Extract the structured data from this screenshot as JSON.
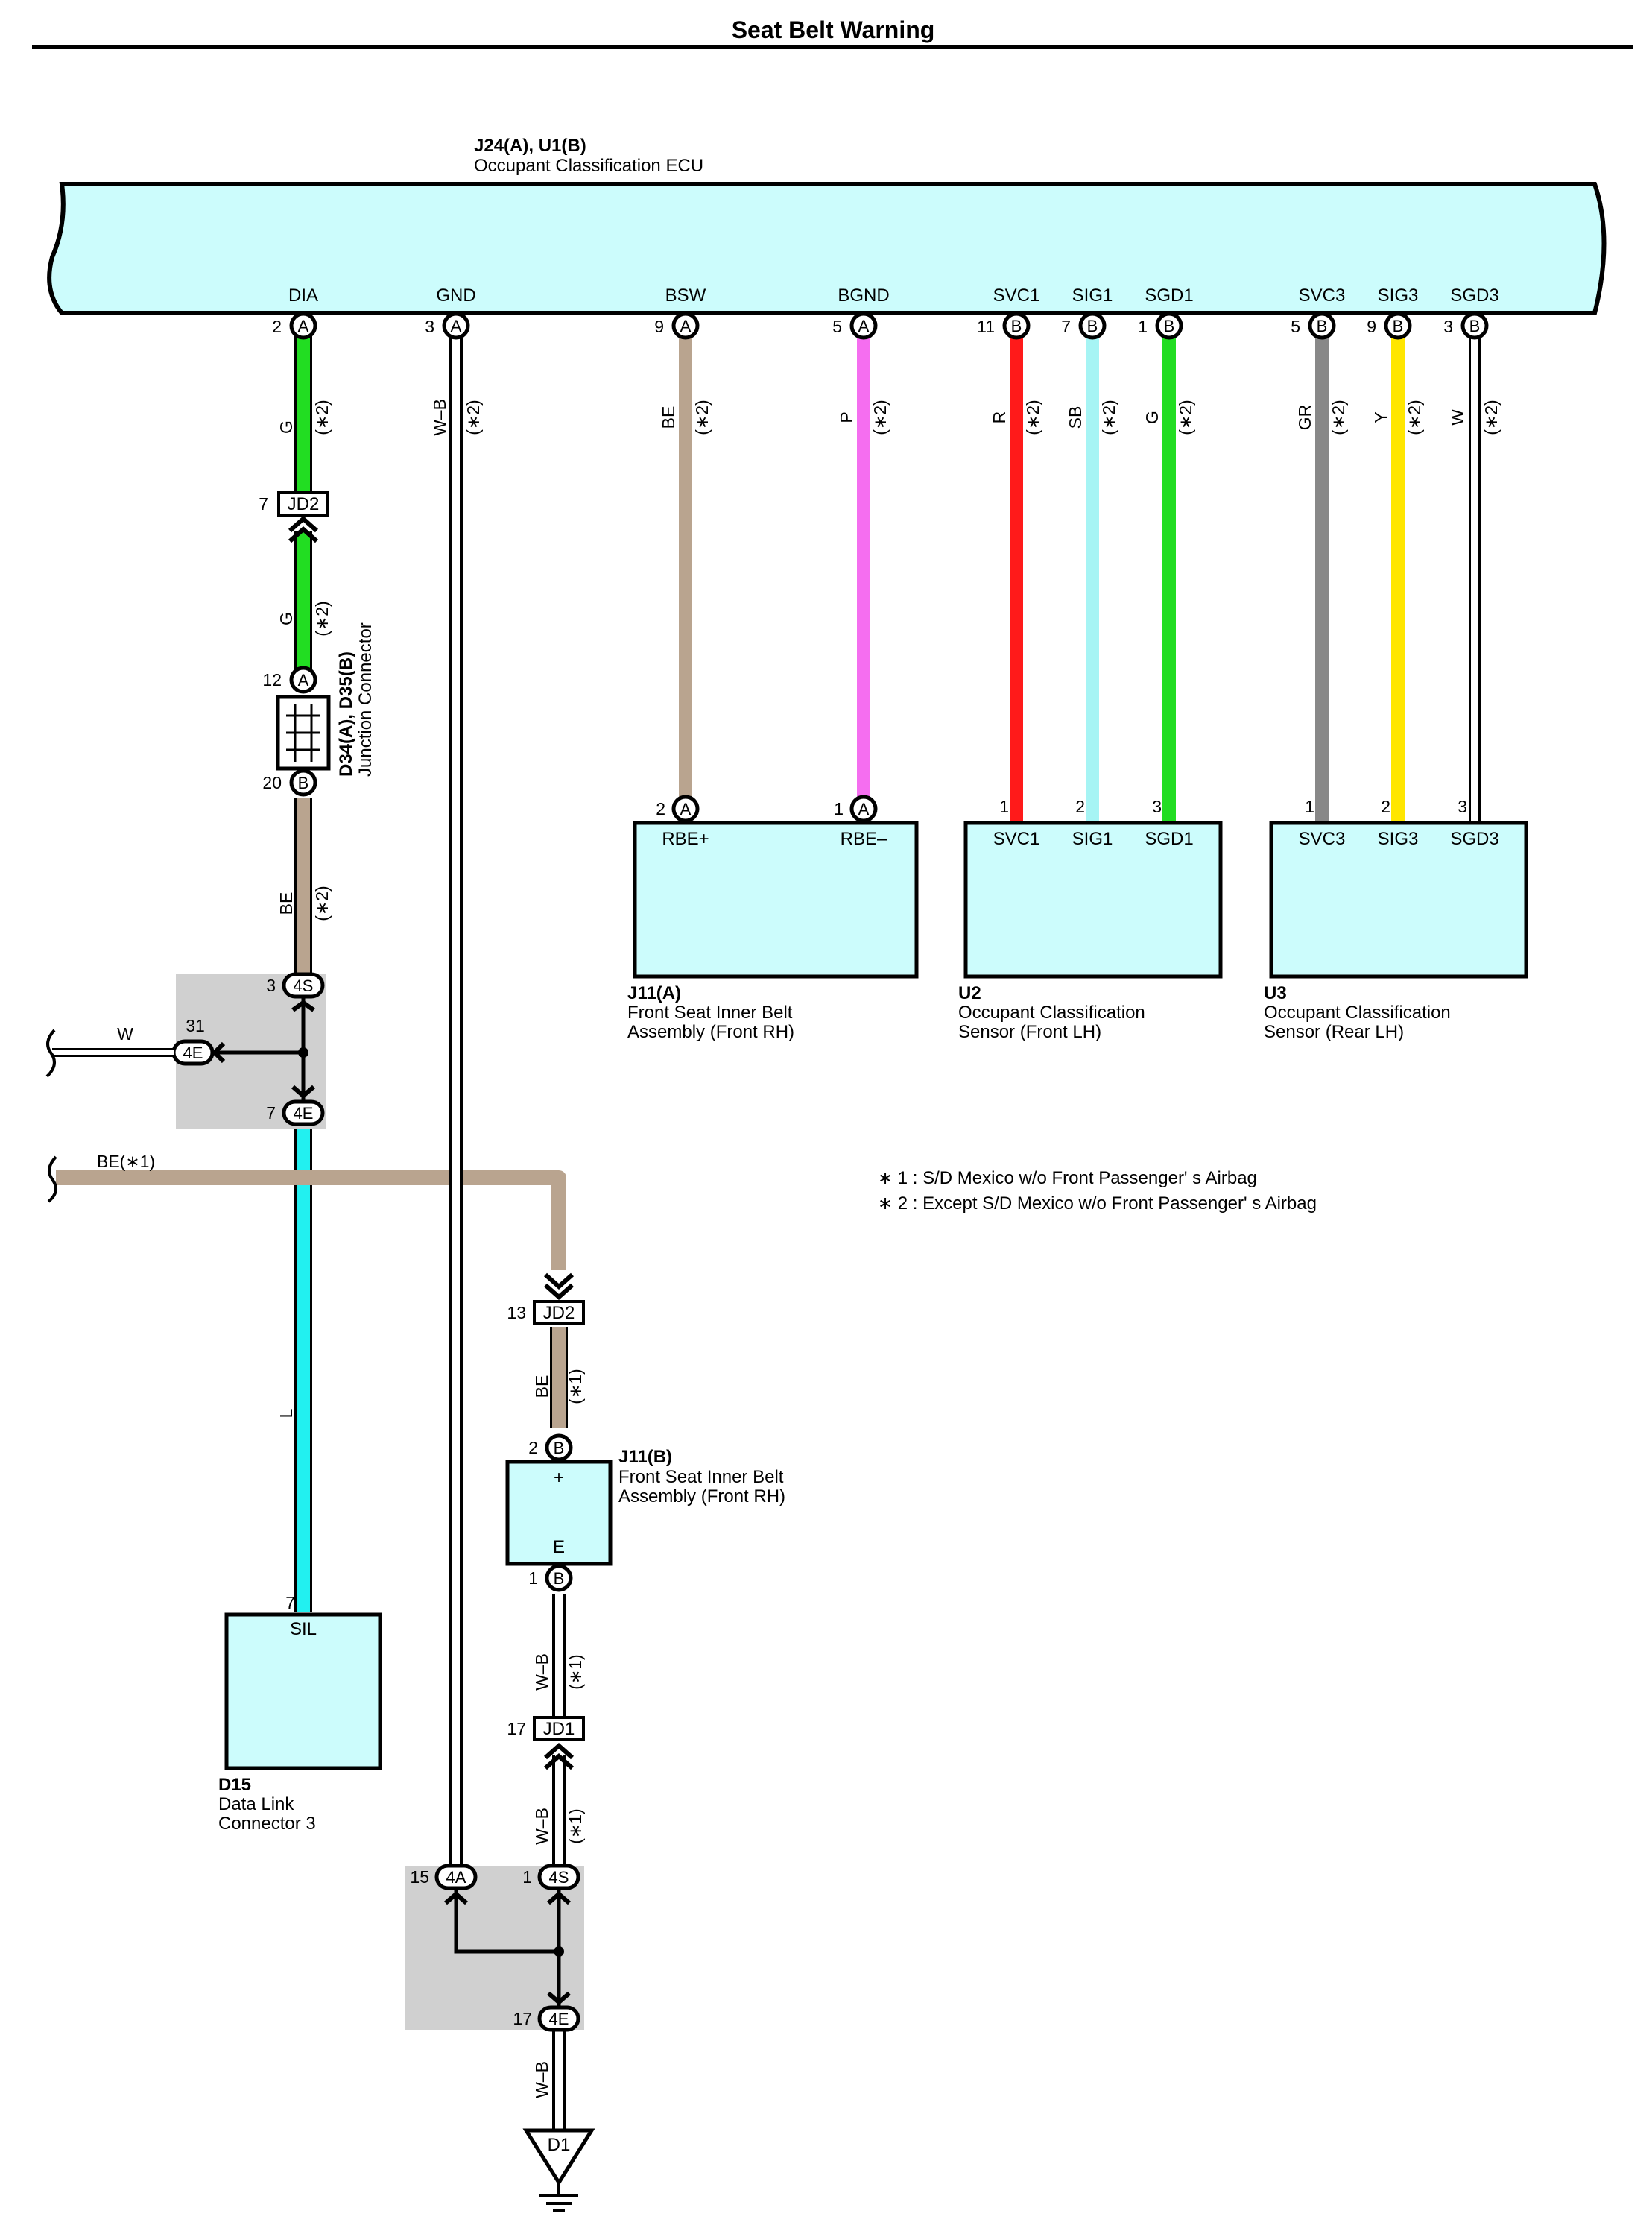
{
  "title": "Seat Belt Warning",
  "ecu": {
    "id": "J24(A), U1(B)",
    "name": "Occupant Classification ECU",
    "pins": [
      {
        "name": "DIA",
        "num": "2",
        "conn": "A"
      },
      {
        "name": "GND",
        "num": "3",
        "conn": "A"
      },
      {
        "name": "BSW",
        "num": "9",
        "conn": "A"
      },
      {
        "name": "BGND",
        "num": "5",
        "conn": "A"
      },
      {
        "name": "SVC1",
        "num": "11",
        "conn": "B"
      },
      {
        "name": "SIG1",
        "num": "7",
        "conn": "B"
      },
      {
        "name": "SGD1",
        "num": "1",
        "conn": "B"
      },
      {
        "name": "SVC3",
        "num": "5",
        "conn": "B"
      },
      {
        "name": "SIG3",
        "num": "9",
        "conn": "B"
      },
      {
        "name": "SGD3",
        "num": "3",
        "conn": "B"
      }
    ]
  },
  "wires": {
    "dia": {
      "code": "G",
      "note": "(∗2)",
      "color": "#22dd22"
    },
    "dia2": {
      "code": "G",
      "note": "(∗2)"
    },
    "gnd": {
      "code": "W–B",
      "note": "(∗2)",
      "color": "#ffffff"
    },
    "bsw": {
      "code": "BE",
      "note": "(∗2)",
      "color": "#b9a48f"
    },
    "bgnd": {
      "code": "P",
      "note": "(∗2)",
      "color": "#f56ef0"
    },
    "svc1": {
      "code": "R",
      "note": "(∗2)",
      "color": "#ff1a1a"
    },
    "sig1": {
      "code": "SB",
      "note": "(∗2)",
      "color": "#a6f4f4"
    },
    "sgd1": {
      "code": "G",
      "note": "(∗2)",
      "color": "#22dd22"
    },
    "svc3": {
      "code": "GR",
      "note": "(∗2)",
      "color": "#888888"
    },
    "sig3": {
      "code": "Y",
      "note": "(∗2)",
      "color": "#ffe600"
    },
    "sgd3": {
      "code": "W",
      "note": "(∗2)",
      "color": "#ffffff"
    },
    "be_mid": {
      "code": "BE",
      "note": "(∗2)"
    },
    "w_left": {
      "code": "W"
    },
    "be_left": {
      "code": "BE(∗1)"
    },
    "l_wire": {
      "code": "L",
      "color": "#22f0f0"
    },
    "be_jd2": {
      "code": "BE",
      "note": "(∗1)"
    },
    "wb_1": {
      "code": "W–B",
      "note": "(∗1)"
    },
    "wb_2": {
      "code": "W–B",
      "note": "(∗1)"
    },
    "wb_3": {
      "code": "W–B"
    }
  },
  "connectors": {
    "jd2_top": {
      "label": "JD2",
      "pin": "7"
    },
    "jd2_low": {
      "label": "JD2",
      "pin": "13"
    },
    "jd1": {
      "label": "JD1",
      "pin": "17"
    },
    "junction": {
      "id": "D34(A), D35(B)",
      "name": "Junction Connector",
      "pinA": "12",
      "connA": "A",
      "pinB": "20",
      "connB": "B"
    },
    "splice_upper": {
      "p4s": "3",
      "p4s_label": "4S",
      "p4e_side": "31",
      "p4e_side_label": "4E",
      "p4e_bot": "7",
      "p4e_bot_label": "4E"
    },
    "splice_lower": {
      "p4a": "15",
      "p4a_label": "4A",
      "p4s": "1",
      "p4s_label": "4S",
      "p4e": "17",
      "p4e_label": "4E"
    },
    "ground": {
      "label": "D1"
    }
  },
  "components": {
    "j11a": {
      "id": "J11(A)",
      "line1": "Front Seat Inner Belt",
      "line2": "Assembly (Front RH)",
      "pin1name": "RBE+",
      "pin1num": "2",
      "pin1conn": "A",
      "pin2name": "RBE–",
      "pin2num": "1",
      "pin2conn": "A"
    },
    "u2": {
      "id": "U2",
      "line1": "Occupant Classification",
      "line2": "Sensor (Front LH)",
      "pins": [
        {
          "name": "SVC1",
          "num": "1"
        },
        {
          "name": "SIG1",
          "num": "2"
        },
        {
          "name": "SGD1",
          "num": "3"
        }
      ]
    },
    "u3": {
      "id": "U3",
      "line1": "Occupant Classification",
      "line2": "Sensor (Rear LH)",
      "pins": [
        {
          "name": "SVC3",
          "num": "1"
        },
        {
          "name": "SIG3",
          "num": "2"
        },
        {
          "name": "SGD3",
          "num": "3"
        }
      ]
    },
    "j11b": {
      "id": "J11(B)",
      "line1": "Front Seat Inner Belt",
      "line2": "Assembly (Front RH)",
      "plus": "+",
      "e": "E",
      "pinTop": "2",
      "connTop": "B",
      "pinBot": "1",
      "connBot": "B"
    },
    "d15": {
      "id": "D15",
      "line1": "Data Link",
      "line2": "Connector 3",
      "pinname": "SIL",
      "pinnum": "7"
    }
  },
  "notes": [
    "∗ 1 : S/D Mexico w/o Front Passenger' s Airbag",
    "∗ 2 : Except S/D Mexico w/o Front Passenger' s Airbag"
  ]
}
